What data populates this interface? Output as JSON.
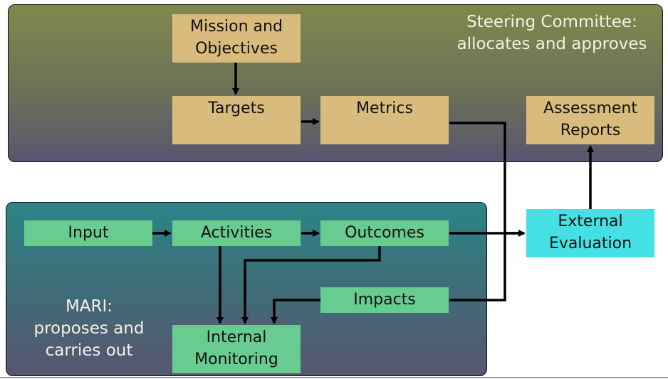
{
  "steering_committee": {
    "label_line1": "Steering Committee:",
    "label_line2": "allocates and approves",
    "boxes": {
      "mission": [
        "Mission and",
        "Objectives"
      ],
      "targets": "Targets",
      "metrics": "Metrics",
      "assessment": [
        "Assessment",
        "Reports"
      ]
    }
  },
  "mari": {
    "label_line1": "MARI:",
    "label_line2": "proposes and",
    "label_line3": "carries out",
    "boxes": {
      "input": "Input",
      "activities": "Activities",
      "outcomes": "Outcomes",
      "impacts": "Impacts",
      "internal_monitoring": [
        "Internal",
        "Monitoring"
      ]
    }
  },
  "external_evaluation": [
    "External",
    "Evaluation"
  ],
  "connections": [
    [
      "Mission and Objectives",
      "Targets"
    ],
    [
      "Targets",
      "Metrics"
    ],
    [
      "Metrics",
      "External Evaluation"
    ],
    [
      "Input",
      "Activities"
    ],
    [
      "Activities",
      "Outcomes"
    ],
    [
      "Outcomes",
      "External Evaluation"
    ],
    [
      "Impacts",
      "External Evaluation"
    ],
    [
      "Activities",
      "Internal Monitoring"
    ],
    [
      "Outcomes",
      "Internal Monitoring"
    ],
    [
      "Impacts",
      "Internal Monitoring"
    ],
    [
      "External Evaluation",
      "Assessment Reports"
    ]
  ],
  "colors": {
    "steering_box": "#d9bb7d",
    "mari_box": "#68cb8f",
    "external_box": "#45e0e3"
  }
}
